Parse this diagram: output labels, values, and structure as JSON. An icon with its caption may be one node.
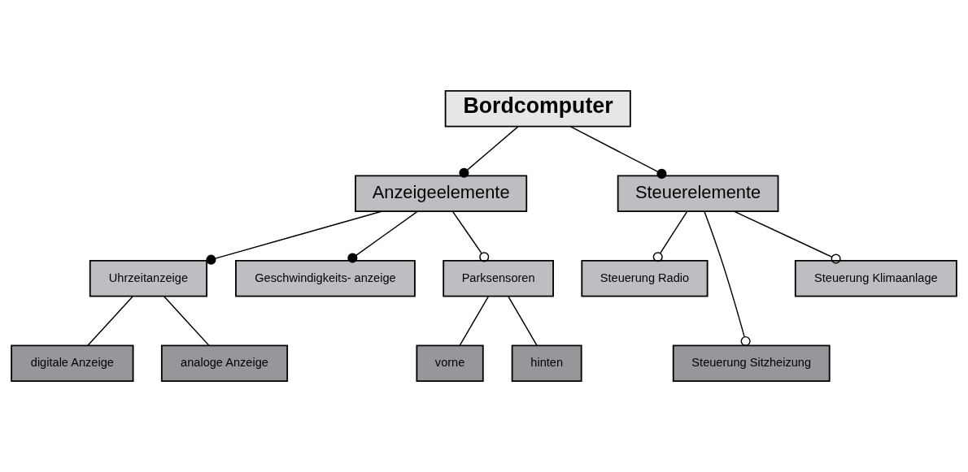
{
  "diagram": {
    "nodes": [
      {
        "text": [
          "Bordcomputer"
        ]
      },
      {
        "text": [
          "Anzeigeelemente"
        ]
      },
      {
        "text": [
          "Steuerelemente"
        ]
      },
      {
        "text": [
          "Uhrzeitanzeige"
        ]
      },
      {
        "text": [
          "Geschwindigkeits- anzeige"
        ]
      },
      {
        "text": [
          "Parksensoren"
        ]
      },
      {
        "text": [
          "digitale Anzeige"
        ]
      },
      {
        "text": [
          "analoge Anzeige"
        ]
      },
      {
        "text": [
          "vorne"
        ]
      },
      {
        "text": [
          "hinten"
        ]
      },
      {
        "text": [
          "Steuerung Radio"
        ]
      },
      {
        "text": [
          "Steuerung Sitzheizung"
        ]
      },
      {
        "text": [
          "Steuerung Klimaanlage"
        ]
      }
    ],
    "edges": [
      {
        "from": 0,
        "to": 1,
        "arrow": "other"
      },
      {
        "from": 0,
        "to": 2,
        "arrow": "other"
      },
      {
        "from": 1,
        "to": 3,
        "arrow": "other"
      },
      {
        "from": 1,
        "to": 4,
        "arrow": "other"
      },
      {
        "from": 1,
        "to": 5,
        "arrow": "other"
      },
      {
        "from": 3,
        "to": 6,
        "arrow": "none"
      },
      {
        "from": 3,
        "to": 7,
        "arrow": "none"
      },
      {
        "from": 5,
        "to": 8,
        "arrow": "none"
      },
      {
        "from": 5,
        "to": 9,
        "arrow": "none"
      },
      {
        "from": 2,
        "to": 10,
        "arrow": "other"
      },
      {
        "from": 2,
        "to": 11,
        "arrow": "other"
      },
      {
        "from": 2,
        "to": 12,
        "arrow": "other"
      }
    ]
  }
}
